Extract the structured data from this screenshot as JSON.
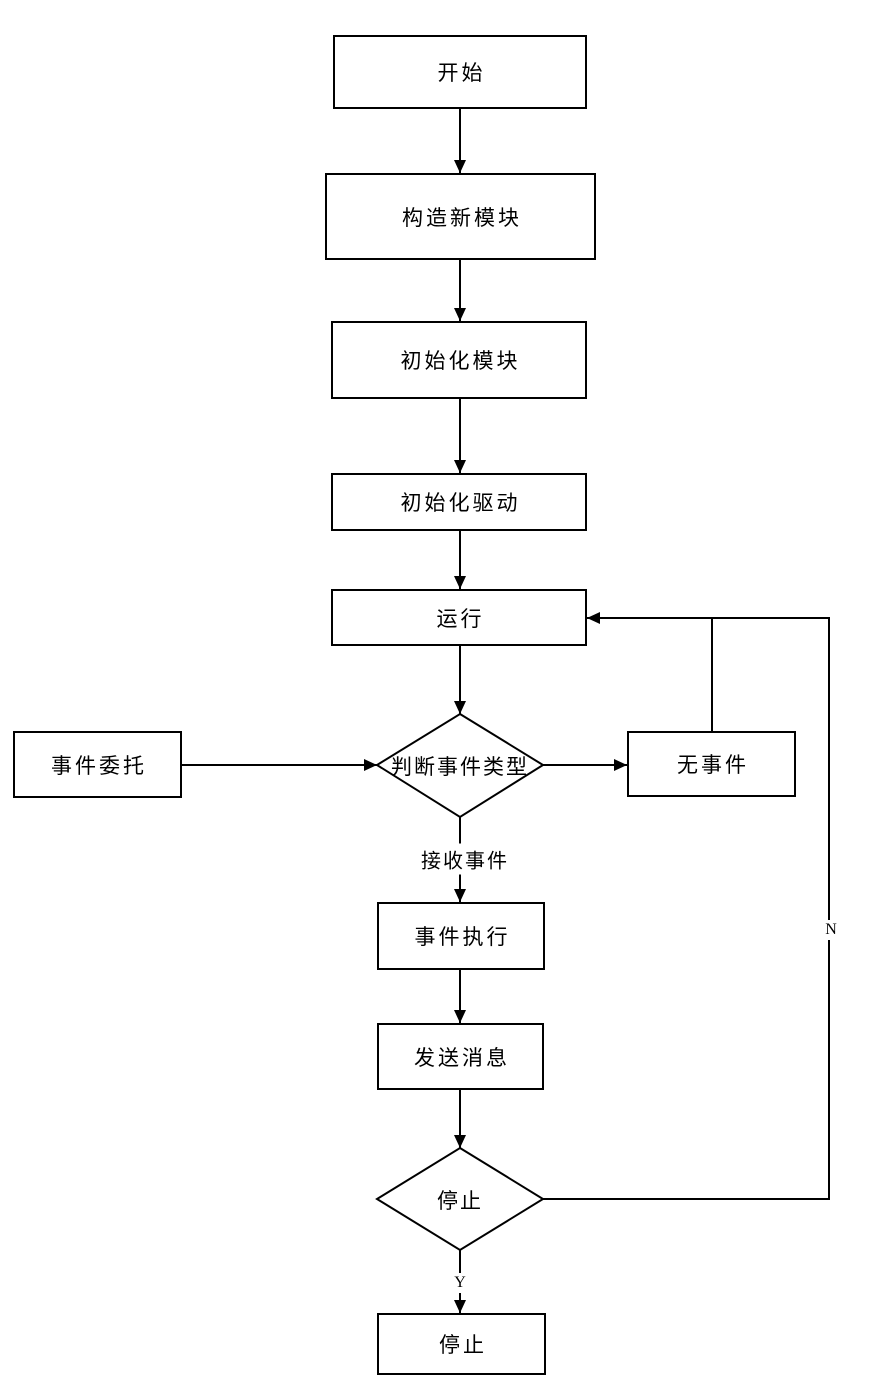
{
  "diagram": {
    "type": "flowchart",
    "background_color": "#ffffff",
    "line_color": "#000000",
    "nodes": {
      "start": {
        "label": "开始",
        "shape": "rect"
      },
      "build_module": {
        "label": "构造新模块",
        "shape": "rect"
      },
      "init_module": {
        "label": "初始化模块",
        "shape": "rect"
      },
      "init_driver": {
        "label": "初始化驱动",
        "shape": "rect"
      },
      "run": {
        "label": "运行",
        "shape": "rect"
      },
      "event_delegate": {
        "label": "事件委托",
        "shape": "rect"
      },
      "judge_event_type": {
        "label": "判断事件类型",
        "shape": "diamond"
      },
      "no_event": {
        "label": "无事件",
        "shape": "rect"
      },
      "event_execute": {
        "label": "事件执行",
        "shape": "rect"
      },
      "send_message": {
        "label": "发送消息",
        "shape": "rect"
      },
      "stop_decision": {
        "label": "停止",
        "shape": "diamond"
      },
      "stop": {
        "label": "停止",
        "shape": "rect"
      }
    },
    "edge_labels": {
      "receive_event": "接收事件",
      "yes": "Y",
      "no": "N"
    },
    "edges": [
      {
        "from": "start",
        "to": "build_module",
        "label": ""
      },
      {
        "from": "build_module",
        "to": "init_module",
        "label": ""
      },
      {
        "from": "init_module",
        "to": "init_driver",
        "label": ""
      },
      {
        "from": "init_driver",
        "to": "run",
        "label": ""
      },
      {
        "from": "run",
        "to": "judge_event_type",
        "label": ""
      },
      {
        "from": "event_delegate",
        "to": "judge_event_type",
        "label": ""
      },
      {
        "from": "judge_event_type",
        "to": "no_event",
        "label": ""
      },
      {
        "from": "judge_event_type",
        "to": "event_execute",
        "label": "接收事件"
      },
      {
        "from": "event_execute",
        "to": "send_message",
        "label": ""
      },
      {
        "from": "send_message",
        "to": "stop_decision",
        "label": ""
      },
      {
        "from": "stop_decision",
        "to": "stop",
        "label": "Y"
      },
      {
        "from": "stop_decision",
        "to": "run",
        "label": "N"
      },
      {
        "from": "no_event",
        "to": "run",
        "label": ""
      }
    ]
  }
}
